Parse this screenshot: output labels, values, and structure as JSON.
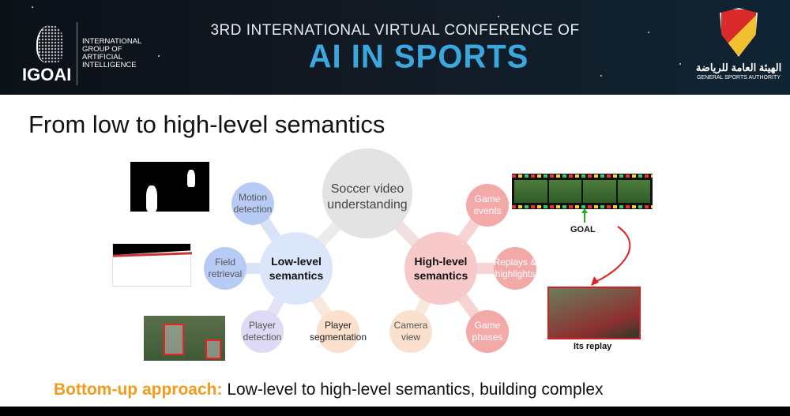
{
  "banner": {
    "left_logo": {
      "acronym": "IGOAI",
      "name": "INTERNATIONAL GROUP OF ARTIFICIAL INTELLIGENCE"
    },
    "conference_line1": "3RD INTERNATIONAL VIRTUAL CONFERENCE OF",
    "conference_line2": "AI IN SPORTS",
    "right_logo": {
      "arabic": "الهيئة العامة للرياضة",
      "english": "GENERAL SPORTS AUTHORITY"
    }
  },
  "slide": {
    "title": "From low to high-level semantics",
    "center": "Soccer video understanding",
    "low_level": "Low-level semantics",
    "high_level": "High-level semantics",
    "low_items": [
      "Motion detection",
      "Field retrieval",
      "Player detection",
      "Player segmentation"
    ],
    "high_items": [
      "Game events",
      "Replays & highlights",
      "Camera view",
      "Game phases"
    ],
    "goal_label": "GOAL",
    "replay_label": "Its replay",
    "bottom_highlight": "Bottom-up approach:",
    "bottom_text": " Low-level to high-level semantics, building complex"
  },
  "colors": {
    "accent_orange": "#f29b1c",
    "banner_blue": "#3aa7de"
  }
}
